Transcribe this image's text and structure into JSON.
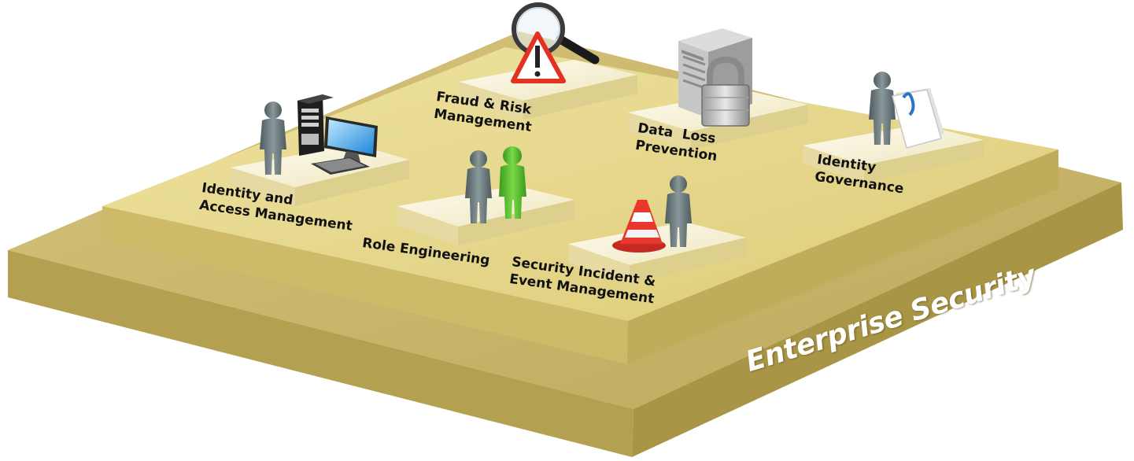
{
  "base": {
    "title": "Enterprise Security"
  },
  "modules": [
    {
      "id": "iam",
      "label": "Identity and\nAccess Management",
      "icon": "computer-user-icon"
    },
    {
      "id": "fraud",
      "label": "Fraud & Risk\nManagement",
      "icon": "magnifier-warning-icon"
    },
    {
      "id": "dlp",
      "label": "Data  Loss\nPrevention",
      "icon": "server-padlock-icon"
    },
    {
      "id": "governance",
      "label": "Identity\nGovernance",
      "icon": "user-document-icon"
    },
    {
      "id": "role",
      "label": "Role Engineering",
      "icon": "user-pair-icon"
    },
    {
      "id": "siem",
      "label": "Security Incident &\nEvent Management",
      "icon": "traffic-cone-user-icon"
    }
  ],
  "colors": {
    "base_top": "#c8b56c",
    "base_side": "#b7a453",
    "base_side_dark": "#a08e42",
    "tier2_top": "#e6d88f",
    "tier2_side": "#d2c06f",
    "pad_top": "#f8f4de",
    "pad_side": "#e7dca4",
    "person": "#6f7d80",
    "person_green": "#5cbf2a",
    "cone": "#e0332b"
  }
}
